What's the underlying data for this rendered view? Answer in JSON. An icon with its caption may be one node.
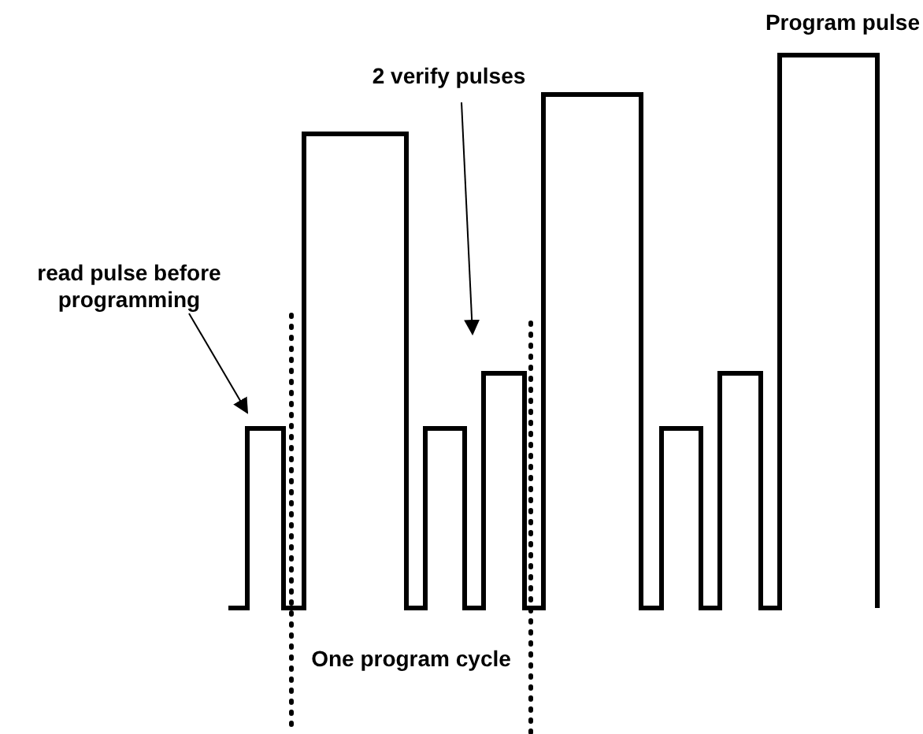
{
  "diagram": {
    "nodes": [
      {
        "text": [
          "read pulse before programming"
        ]
      },
      {
        "text": [
          "2 verify pulses"
        ]
      }
    ],
    "edges": [
      {
        "from": 0,
        "to": null,
        "arrow": "to"
      },
      {
        "from": 1,
        "to": null,
        "arrow": "to"
      }
    ],
    "labels": [
      "Program pulse",
      "One program cycle"
    ]
  }
}
